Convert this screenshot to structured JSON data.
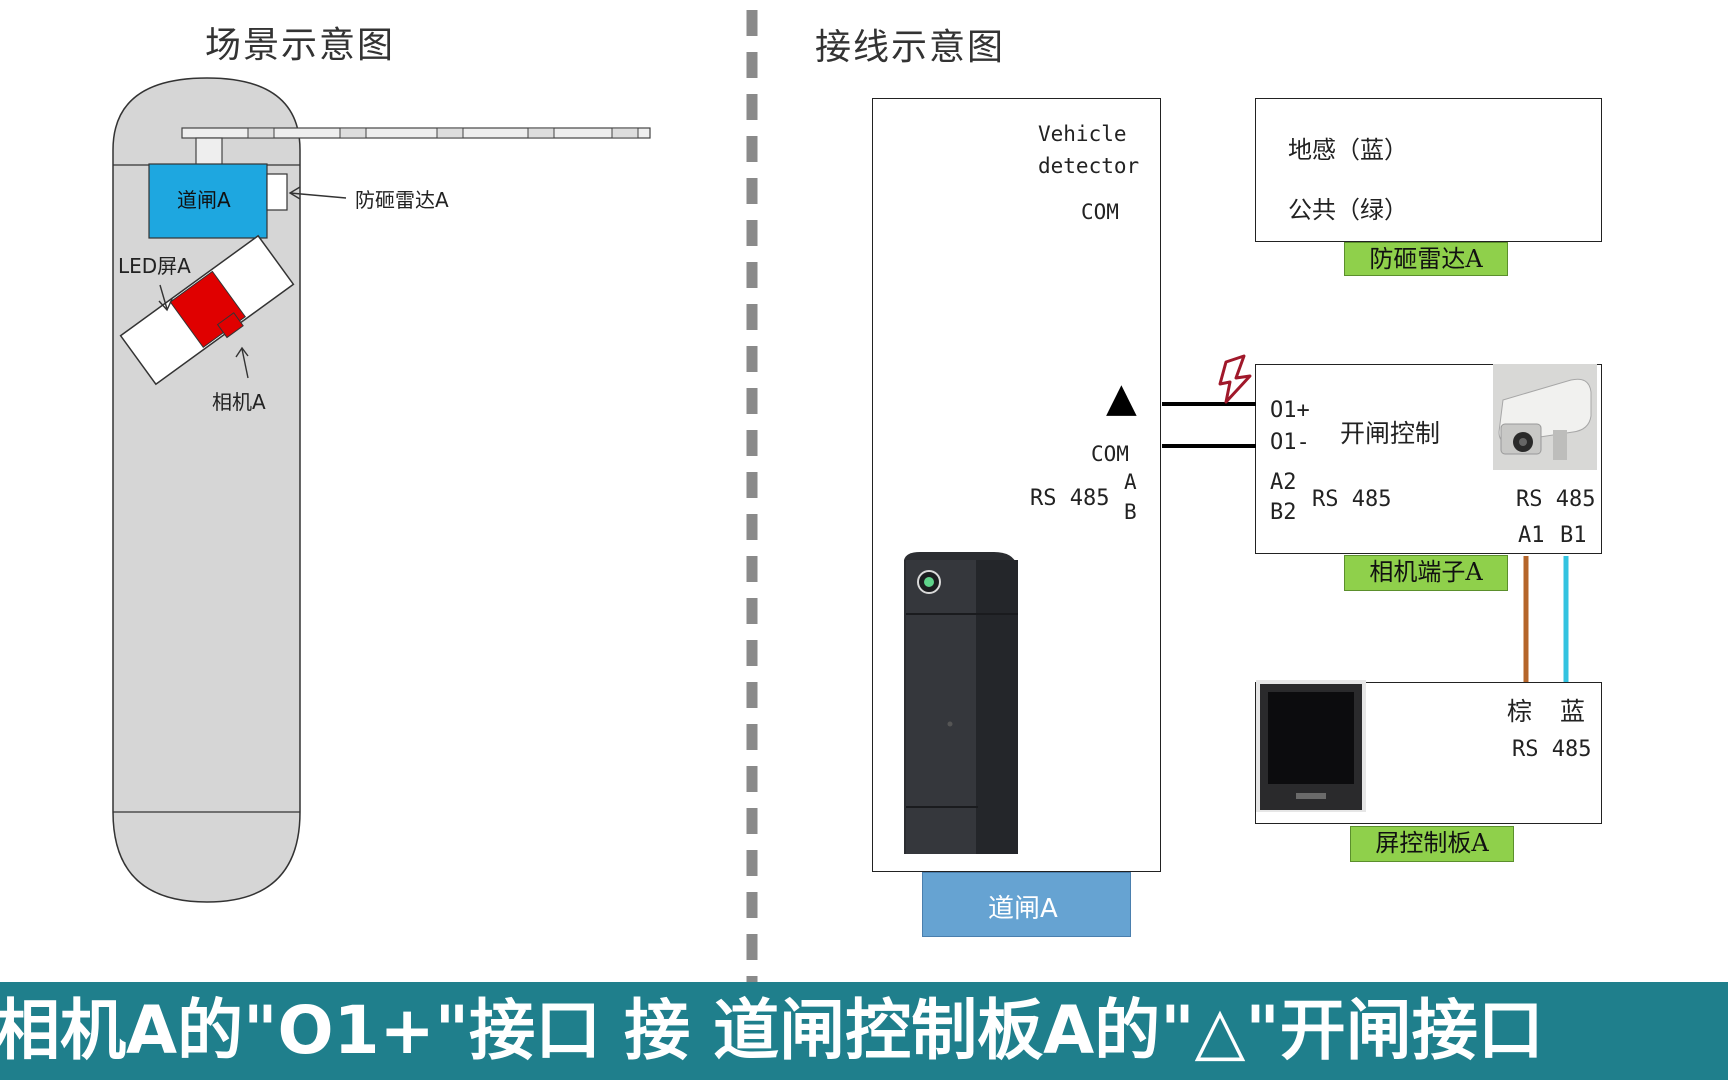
{
  "scene": {
    "title": "场景示意图",
    "gate_label": "道闸A",
    "radar_label": "防砸雷达A",
    "led_label": "LED屏A",
    "camera_label": "相机A"
  },
  "wiring": {
    "title": "接线示意图",
    "detector": {
      "line1": "Vehicle",
      "line2": "detector",
      "com": "COM",
      "triangle": "▲",
      "com2": "COM",
      "a": "A",
      "b": "B",
      "rs485": "RS 485"
    },
    "gate_tag": "道闸A",
    "radar_box": {
      "line1": "地感（蓝）",
      "line2": "公共（绿）",
      "tag": "防砸雷达A"
    },
    "camera_box": {
      "o1plus": "O1+",
      "o1minus": "O1-",
      "open_ctrl": "开闸控制",
      "a2": "A2",
      "b2": "B2",
      "rs485_left": "RS 485",
      "rs485_right": "RS 485",
      "a1": "A1",
      "b1": "B1",
      "tag": "相机端子A"
    },
    "screen_box": {
      "brown": "棕",
      "blue": "蓝",
      "rs485": "RS 485",
      "tag": "屏控制板A"
    }
  },
  "caption": "相机A的\"O1+\"接口 接 道闸控制板A的\"△\"开闸接口",
  "colors": {
    "gate_blue": "#1ea7e0",
    "camera_red": "#e00000",
    "tag_green": "#8fd04b",
    "wire_brown": "#b5652a",
    "wire_cyan": "#33c3e0",
    "caption_bg": "#1f7f8c",
    "bollard_gray": "#d6d6d6"
  }
}
